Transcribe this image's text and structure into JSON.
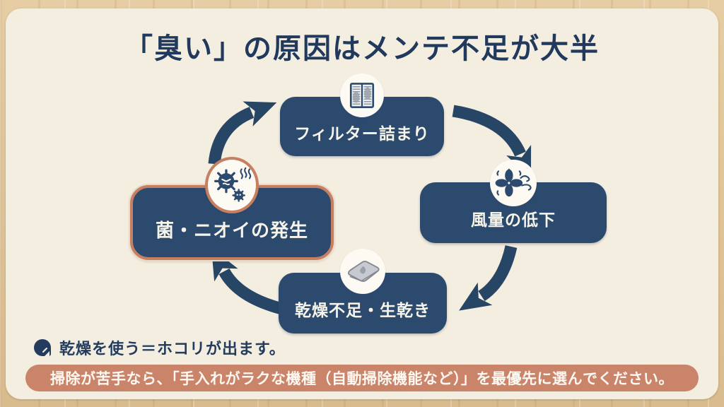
{
  "title": "「臭い」の原因はメンテ不足が大半",
  "cycle": {
    "nodes": [
      {
        "id": "filter",
        "label": "フィルター詰まり",
        "icon": "filter-icon",
        "highlighted": false
      },
      {
        "id": "airflow",
        "label": "風量の低下",
        "icon": "fan-icon",
        "highlighted": false
      },
      {
        "id": "drying",
        "label": "乾燥不足・生乾き",
        "icon": "towel-icon",
        "highlighted": false
      },
      {
        "id": "odor",
        "label": "菌・ニオイの発生",
        "icon": "germ-icon",
        "highlighted": true
      }
    ],
    "flow": [
      "filter",
      "airflow",
      "drying",
      "odor",
      "filter"
    ]
  },
  "note": {
    "icon": "memo-icon",
    "text": "乾燥を使う＝ホコリが出ます。"
  },
  "banner": {
    "text": "掃除が苦手なら、「手入れがラクな機種（自動掃除機能など）」を最優先に選んでください。"
  },
  "colors": {
    "navy": "#2c4a6e",
    "title_navy": "#21395c",
    "salmon_border": "#c67f60",
    "banner_bg": "#c9846a",
    "card_cream": "#f4eee1",
    "wood": "#ddc096"
  }
}
